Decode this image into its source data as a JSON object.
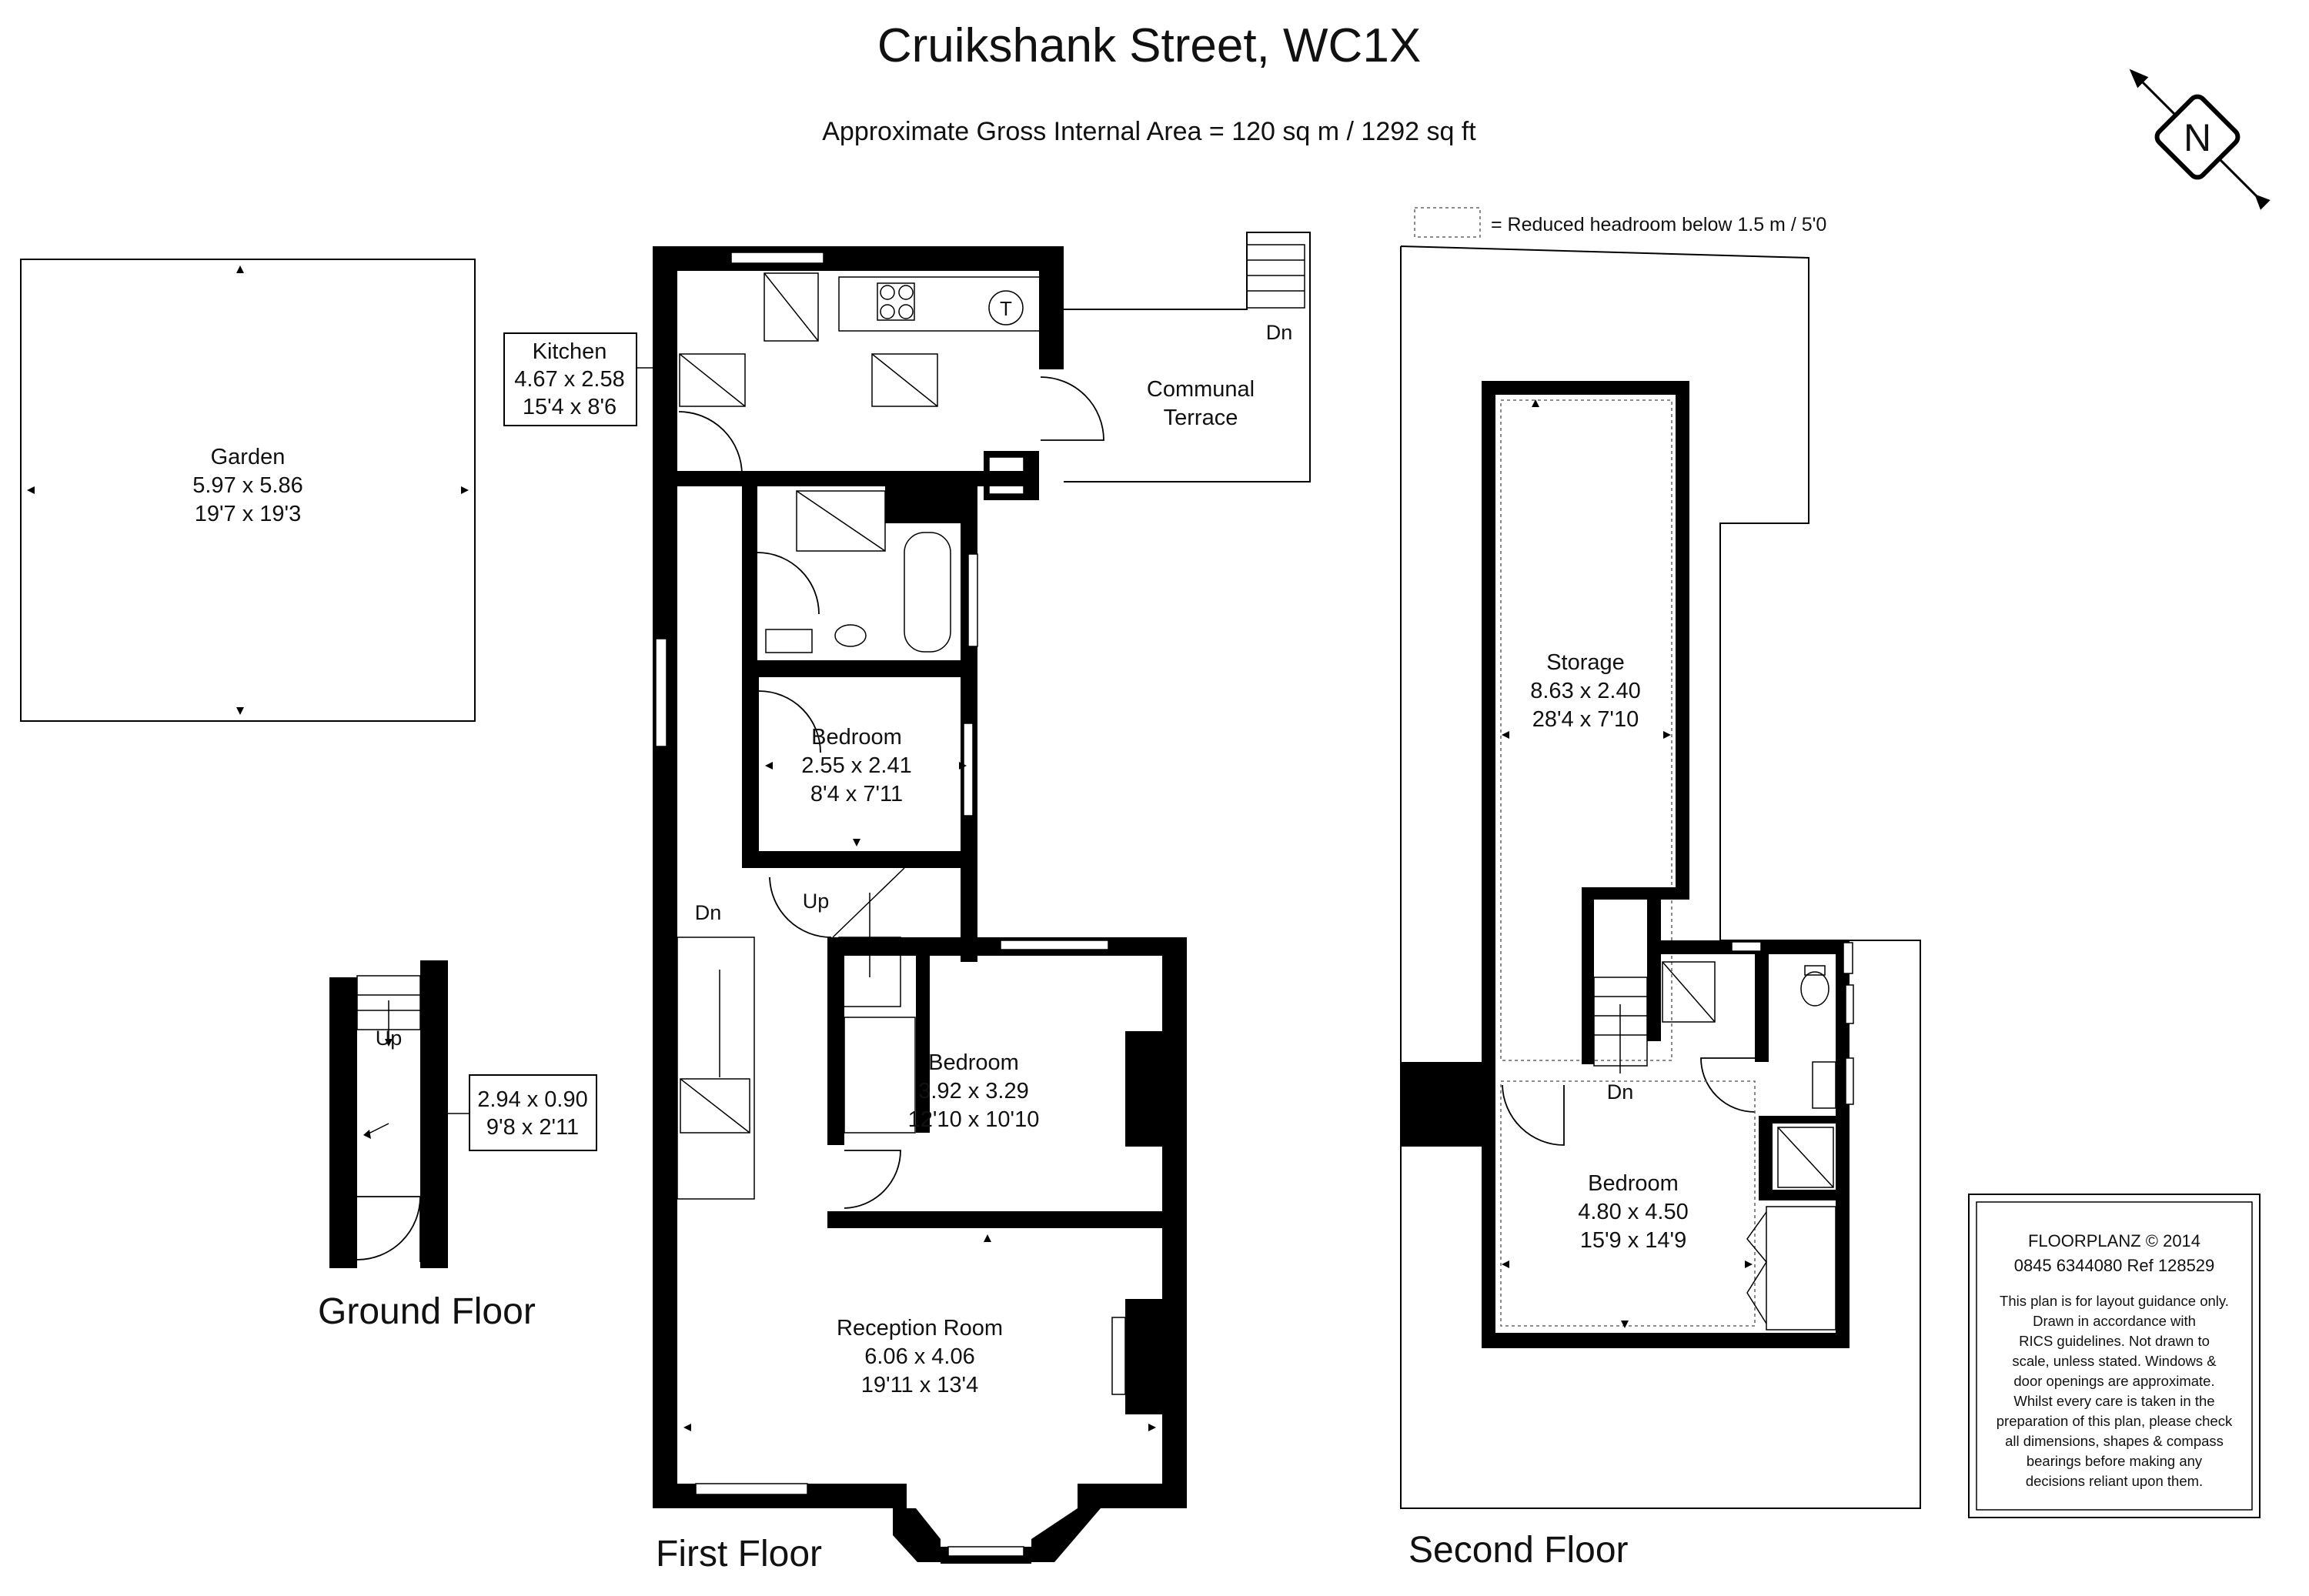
{
  "header": {
    "title": "Cruikshank Street, WC1X",
    "subtitle": "Approximate Gross Internal Area = 120 sq m / 1292 sq ft"
  },
  "compass": {
    "letter": "N"
  },
  "legend": {
    "text": "=  Reduced headroom below 1.5 m / 5'0"
  },
  "floors": {
    "ground": "Ground Floor",
    "first": "First Floor",
    "second": "Second Floor"
  },
  "rooms": {
    "garden": {
      "name": "Garden",
      "metric": "5.97 x 5.86",
      "imperial": "19'7 x 19'3"
    },
    "kitchen": {
      "name": "Kitchen",
      "metric": "4.67 x 2.58",
      "imperial": "15'4 x 8'6"
    },
    "terrace": {
      "name1": "Communal",
      "name2": "Terrace"
    },
    "bedroom1": {
      "name": "Bedroom",
      "metric": "2.55 x 2.41",
      "imperial": "8'4 x 7'11"
    },
    "bedroom2": {
      "name": "Bedroom",
      "metric": "3.92 x 3.29",
      "imperial": "12'10 x 10'10"
    },
    "reception": {
      "name": "Reception Room",
      "metric": "6.06 x 4.06",
      "imperial": "19'11 x 13'4"
    },
    "hall": {
      "metric": "2.94 x 0.90",
      "imperial": "9'8 x 2'11"
    },
    "storage": {
      "name": "Storage",
      "metric": "8.63 x 2.40",
      "imperial": "28'4 x 7'10"
    },
    "bedroom3": {
      "name": "Bedroom",
      "metric": "4.80 x 4.50",
      "imperial": "15'9 x 14'9"
    }
  },
  "stairs": {
    "dn_terrace": "Dn",
    "up_first": "Up",
    "dn_first": "Dn",
    "up_ground": "Up",
    "dn_second": "Dn"
  },
  "fixtures": {
    "tank": "T"
  },
  "info": {
    "line1": "FLOORPLANZ © 2014",
    "line2": "0845 6344080    Ref  128529",
    "disclaimer": [
      "This plan is for layout guidance only.",
      "Drawn in accordance with",
      "RICS guidelines. Not drawn to",
      "scale, unless stated. Windows &",
      "door openings are approximate.",
      "Whilst every care is taken in the",
      "preparation of this plan, please check",
      "all dimensions, shapes & compass",
      "bearings before making any",
      "decisions reliant upon them."
    ]
  }
}
